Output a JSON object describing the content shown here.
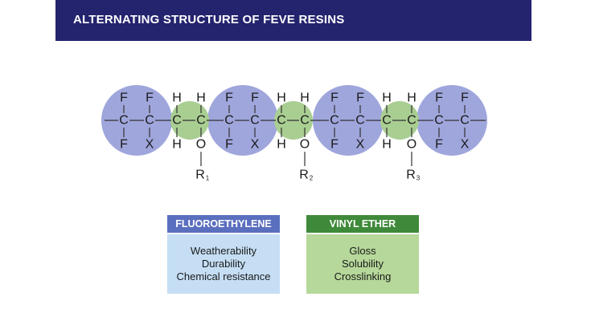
{
  "header": {
    "title": "ALTERNATING STRUCTURE OF FEVE RESINS"
  },
  "colors": {
    "header_bg": "#23236e",
    "fluoro_circle": "#9fa6dc",
    "vinyl_circle": "#a9ce92",
    "fluoro_head": "#5b6fbf",
    "fluoro_body": "#c5def4",
    "vinyl_head": "#3f8a3a",
    "vinyl_body": "#b6d89a"
  },
  "diagram": {
    "atoms": {
      "carbon": "C",
      "fluorine": "F",
      "x_group": "X",
      "hydrogen": "H",
      "oxygen": "O",
      "r_group": "R"
    },
    "r_subscripts": [
      "1",
      "2",
      "3"
    ]
  },
  "legend": {
    "fluoroethylene": {
      "title": "FLUOROETHYLENE",
      "items": [
        "Weatherability",
        "Durability",
        "Chemical resistance"
      ]
    },
    "vinyl_ether": {
      "title": "VINYL ETHER",
      "items": [
        "Gloss",
        "Solubility",
        "Crosslinking"
      ]
    }
  }
}
